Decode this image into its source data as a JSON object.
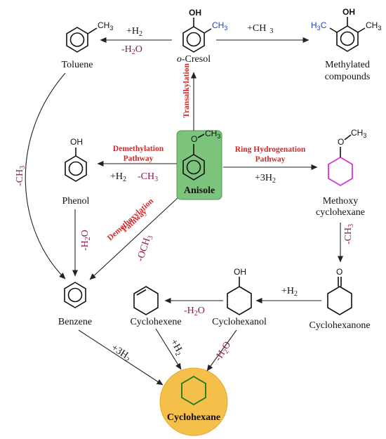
{
  "compounds": {
    "toluene": "Toluene",
    "o_cresol_prefix": "o",
    "o_cresol_suffix": "-Cresol",
    "methylated_1": "Methylated",
    "methylated_2": "compounds",
    "phenol": "Phenol",
    "anisole": "Anisole",
    "methoxy_1": "Methoxy",
    "methoxy_2": "cyclohexane",
    "benzene": "Benzene",
    "cyclohexene": "Cyclohexene",
    "cyclohexanol": "Cyclohexanol",
    "cyclohexanone": "Cyclohexanone",
    "cyclohexane": "Cyclohexane"
  },
  "atoms": {
    "ch3": "CH",
    "h3c": "H",
    "h3c_c": "C",
    "oh": "OH",
    "o": "O",
    "sub3": "3"
  },
  "conditions": {
    "plus": "+",
    "minus": "-",
    "h2": "H",
    "sub2": "2",
    "h2o_h": "H",
    "h2o_o": "O",
    "ch3": "CH",
    "och3": "OCH",
    "three_h2": "3H"
  },
  "pathways": {
    "transalkylation": "Transalkylation",
    "demethylation_1": "Demethylation",
    "demethylation_2": "Pathway",
    "ring_hydrogenation_1": "Ring Hydrogenation",
    "ring_hydrogenation_2": "Pathway",
    "demethoxylation_1": "Demethoxylation",
    "demethoxylation_2": "Pathway"
  },
  "colors": {
    "pathway_label": "#d12a2a",
    "condition_purple": "#8b1a4e",
    "anisole_box": "#7cc47c",
    "cyclohexane_circle": "#f5c04a",
    "methyl_blue": "#1d3fd6",
    "ring_magenta": "#d633d6",
    "carbonyl_blue": "#1e88e5",
    "hydroxyl_orange": "#e09000",
    "ring_green": "#1a7a1a"
  }
}
